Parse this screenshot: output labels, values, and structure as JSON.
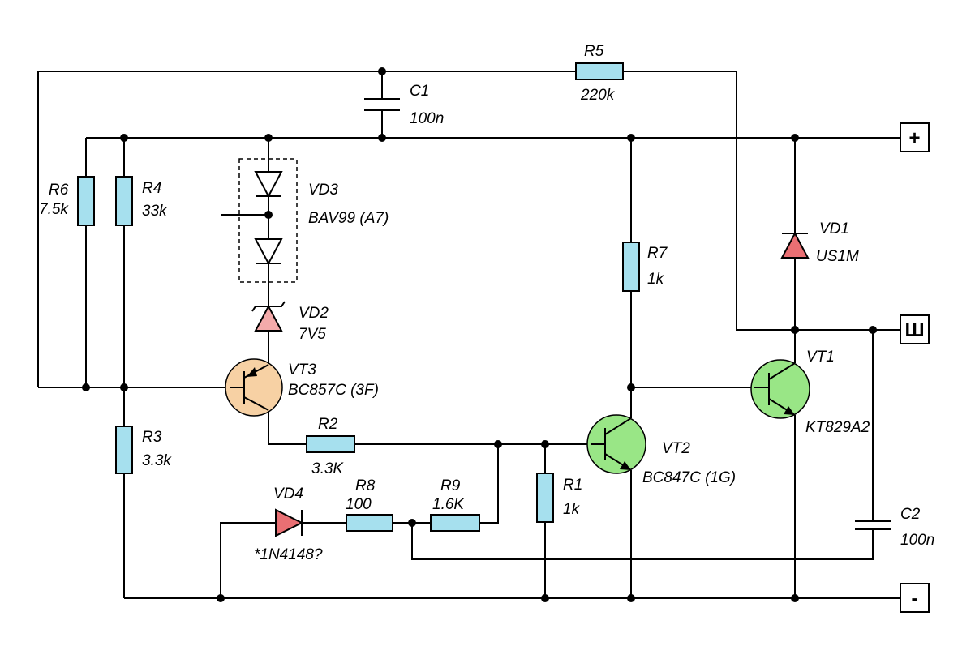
{
  "terminals": {
    "plus": "+",
    "w": "Ш",
    "minus": "-"
  },
  "components": {
    "R1": {
      "ref": "R1",
      "value": "1k"
    },
    "R2": {
      "ref": "R2",
      "value": "3.3K"
    },
    "R3": {
      "ref": "R3",
      "value": "3.3k"
    },
    "R4": {
      "ref": "R4",
      "value": "33k"
    },
    "R5": {
      "ref": "R5",
      "value": "220k"
    },
    "R6": {
      "ref": "R6",
      "value": "7.5k"
    },
    "R7": {
      "ref": "R7",
      "value": "1k"
    },
    "R8": {
      "ref": "R8",
      "value": "100"
    },
    "R9": {
      "ref": "R9",
      "value": "1.6K"
    },
    "C1": {
      "ref": "C1",
      "value": "100n"
    },
    "C2": {
      "ref": "C2",
      "value": "100n"
    },
    "VD1": {
      "ref": "VD1",
      "value": "US1M"
    },
    "VD2": {
      "ref": "VD2",
      "value": "7V5"
    },
    "VD3": {
      "ref": "VD3",
      "value": "BAV99 (A7)"
    },
    "VD4": {
      "ref": "VD4",
      "value": "*1N4148?"
    },
    "VT1": {
      "ref": "VT1",
      "value": "KT829A2"
    },
    "VT2": {
      "ref": "VT2",
      "value": "BC847C (1G)"
    },
    "VT3": {
      "ref": "VT3",
      "value": "BC857C (3F)"
    }
  },
  "colors": {
    "resistor": "#a6e0ee",
    "vt3_body": "#f7d1a4",
    "vt_npn_body": "#99e686",
    "diode_red": "#e96f73",
    "zener": "#f4aaaa"
  }
}
